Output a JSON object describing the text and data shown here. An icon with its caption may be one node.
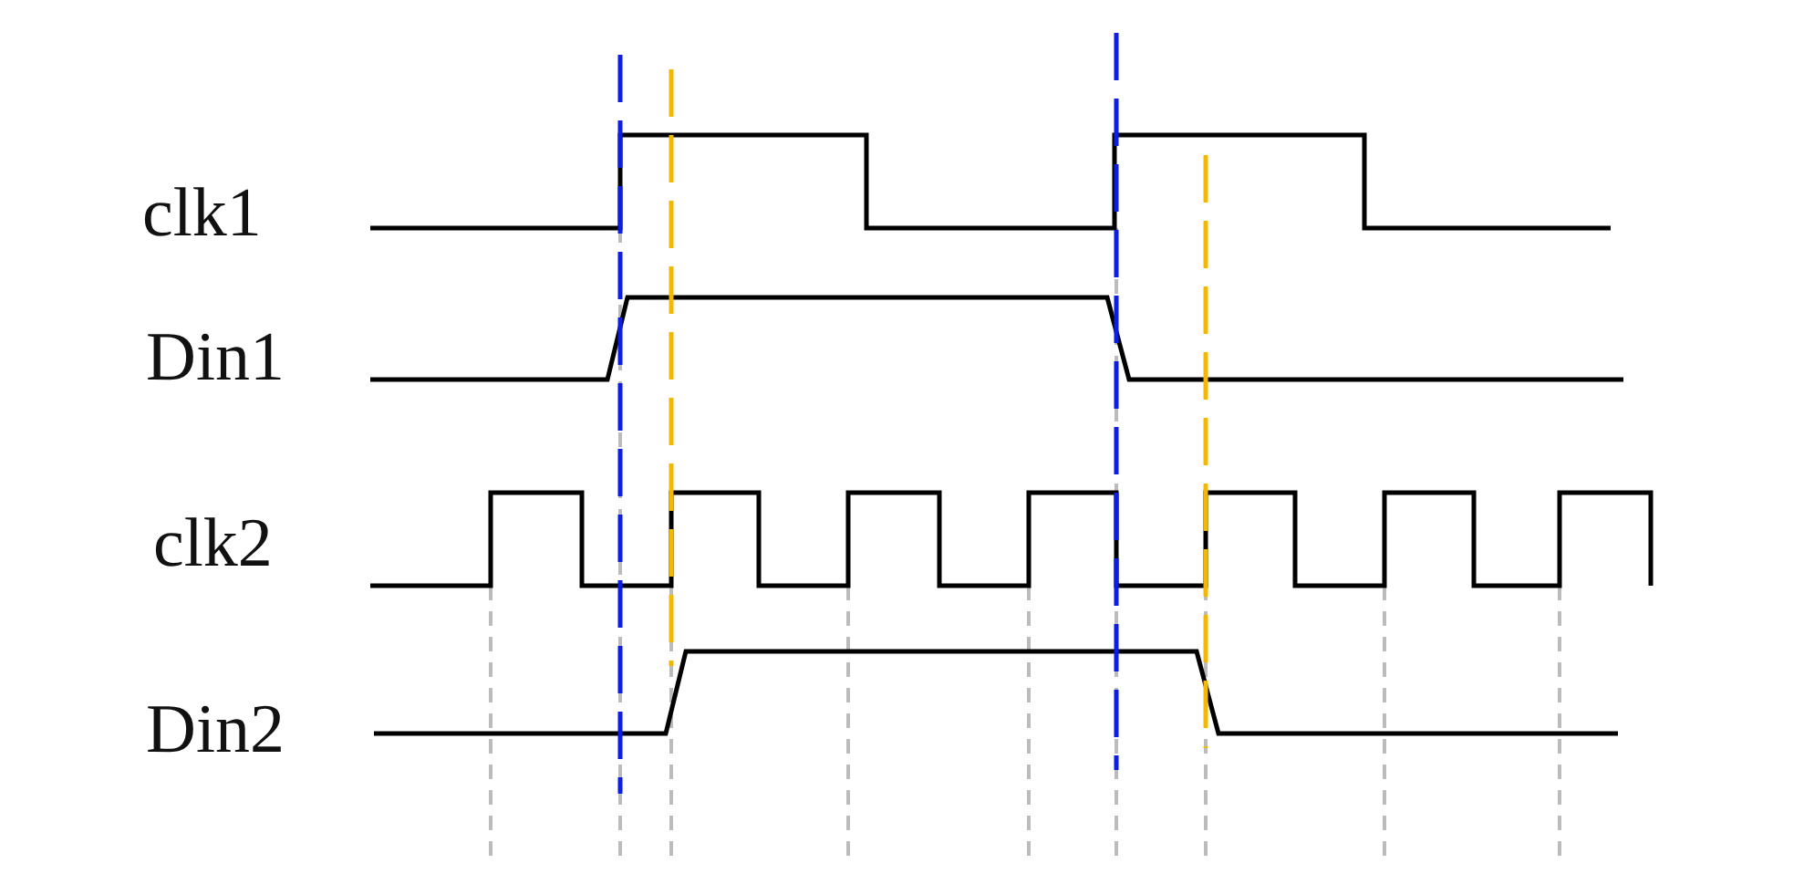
{
  "diagram": {
    "labels": [
      "clk1",
      "Din1",
      "clk2",
      "Din2"
    ]
  }
}
